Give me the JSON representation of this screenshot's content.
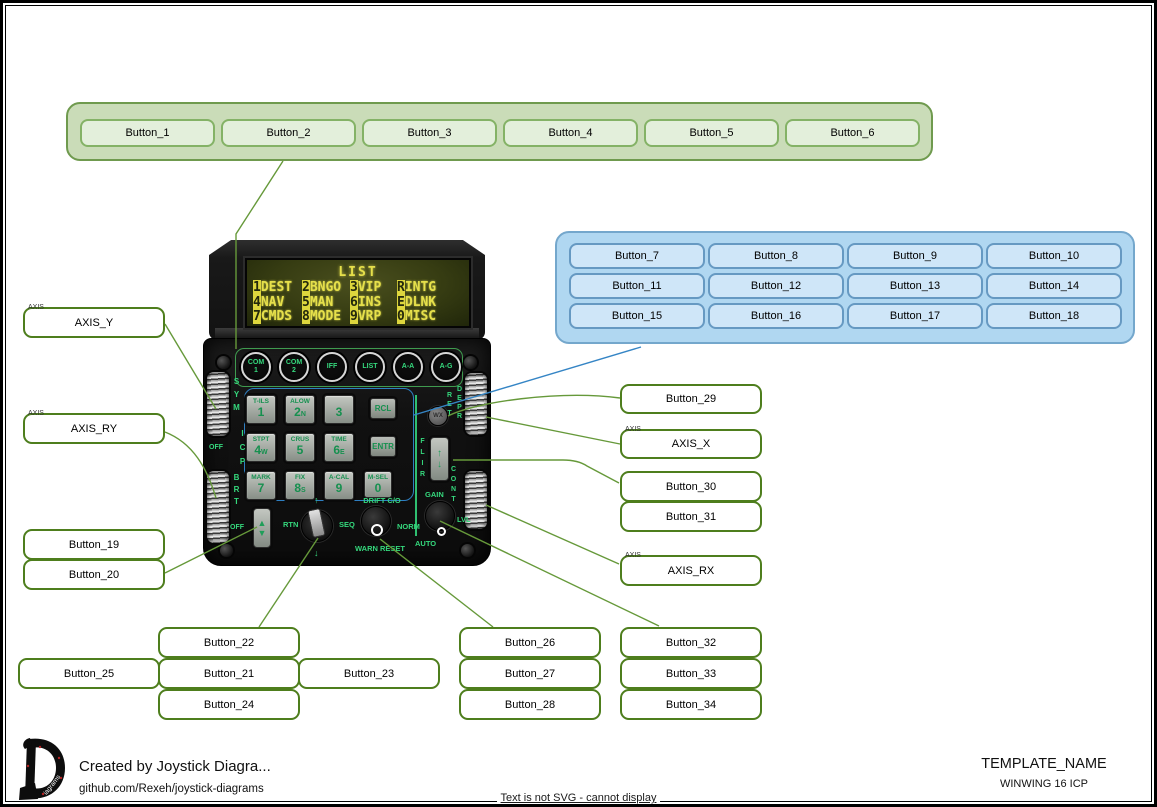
{
  "colors": {
    "green_group_fill": "#cadcb8",
    "green_group_stroke": "#6f9a4e",
    "green_button_fill": "#e3efdb",
    "green_button_stroke": "#84b266",
    "blue_group_fill": "#b0d7f1",
    "blue_group_stroke": "#74a7cc",
    "blue_button_fill": "#cfe6f8",
    "blue_button_stroke": "#6699c2",
    "label_box_stroke": "#4e7e1d",
    "connector_green": "#66993a",
    "connector_blue": "#3585c5",
    "device_text_green": "#35d97d",
    "lcd_text_yellow": "#e6e04b"
  },
  "top_group": {
    "buttons": [
      "Button_1",
      "Button_2",
      "Button_3",
      "Button_4",
      "Button_5",
      "Button_6"
    ]
  },
  "right_group": {
    "buttons": [
      "Button_7",
      "Button_8",
      "Button_9",
      "Button_10",
      "Button_11",
      "Button_12",
      "Button_13",
      "Button_14",
      "Button_15",
      "Button_16",
      "Button_17",
      "Button_18"
    ]
  },
  "labels": {
    "axis_tag": "AXIS",
    "axis_y": "AXIS_Y",
    "axis_ry": "AXIS_RY",
    "axis_x": "AXIS_X",
    "axis_rx": "AXIS_RX",
    "button_19": "Button_19",
    "button_20": "Button_20",
    "button_21": "Button_21",
    "button_22": "Button_22",
    "button_23": "Button_23",
    "button_24": "Button_24",
    "button_25": "Button_25",
    "button_26": "Button_26",
    "button_27": "Button_27",
    "button_28": "Button_28",
    "button_29": "Button_29",
    "button_30": "Button_30",
    "button_31": "Button_31",
    "button_32": "Button_32",
    "button_33": "Button_33",
    "button_34": "Button_34"
  },
  "device": {
    "lcd": {
      "title": "LIST",
      "rows": [
        [
          {
            "k": "1",
            "t": "DEST"
          },
          {
            "k": "2",
            "t": "BNGO"
          },
          {
            "k": "3",
            "t": "VIP"
          },
          {
            "k": "R",
            "t": "INTG"
          }
        ],
        [
          {
            "k": "4",
            "t": "NAV"
          },
          {
            "k": "5",
            "t": "MAN"
          },
          {
            "k": "6",
            "t": "INS"
          },
          {
            "k": "E",
            "t": "DLNK"
          }
        ],
        [
          {
            "k": "7",
            "t": "CMDS"
          },
          {
            "k": "8",
            "t": "MODE"
          },
          {
            "k": "9",
            "t": "VRP"
          },
          {
            "k": "0",
            "t": "MISC"
          }
        ]
      ]
    },
    "round_buttons": [
      "COM\n1",
      "COM\n2",
      "IFF",
      "LIST",
      "A-A",
      "A-G"
    ],
    "keys": [
      {
        "top": "T-ILS",
        "main": "1",
        "sub": ""
      },
      {
        "top": "ALOW",
        "main": "2",
        "sub": "N"
      },
      {
        "top": "",
        "main": "3",
        "sub": ""
      },
      {
        "top": "STPT",
        "main": "4",
        "sub": "W"
      },
      {
        "top": "CRUS",
        "main": "5",
        "sub": ""
      },
      {
        "top": "TIME",
        "main": "6",
        "sub": "E"
      },
      {
        "top": "MARK",
        "main": "7",
        "sub": ""
      },
      {
        "top": "FIX",
        "main": "8",
        "sub": "S"
      },
      {
        "top": "A-CAL",
        "main": "9",
        "sub": ""
      }
    ],
    "rcl": "RCL",
    "entr": "ENTR",
    "msel": {
      "top": "M-SEL",
      "main": "0"
    },
    "side": {
      "sym": "SYM",
      "icp": "ICP",
      "brt": "BRT",
      "off_upper": "OFF",
      "off_lower": "OFF",
      "ret": "RET",
      "depr": "DEPR",
      "flir": "FLIR",
      "cont": "CONT",
      "wx": "WX",
      "gain": "GAIN",
      "lvl": "LVL",
      "auto": "AUTO",
      "rtn": "RTN",
      "seq": "SEQ",
      "drift_co": "DRIFT C/O",
      "norm": "NORM",
      "warn_reset": "WARN RESET",
      "arrow_up": "▲",
      "arrow_down": "▼",
      "thin_up": "↑",
      "thin_down": "↓"
    }
  },
  "footer": {
    "created": "Created by Joystick Diagra...",
    "github": "github.com/Rexeh/joystick-diagrams",
    "template_name": "TEMPLATE_NAME",
    "device_name": "WINWING 16 ICP",
    "note": "Text is not SVG - cannot display",
    "logo_letter": "D",
    "logo_text": "iagrams"
  }
}
